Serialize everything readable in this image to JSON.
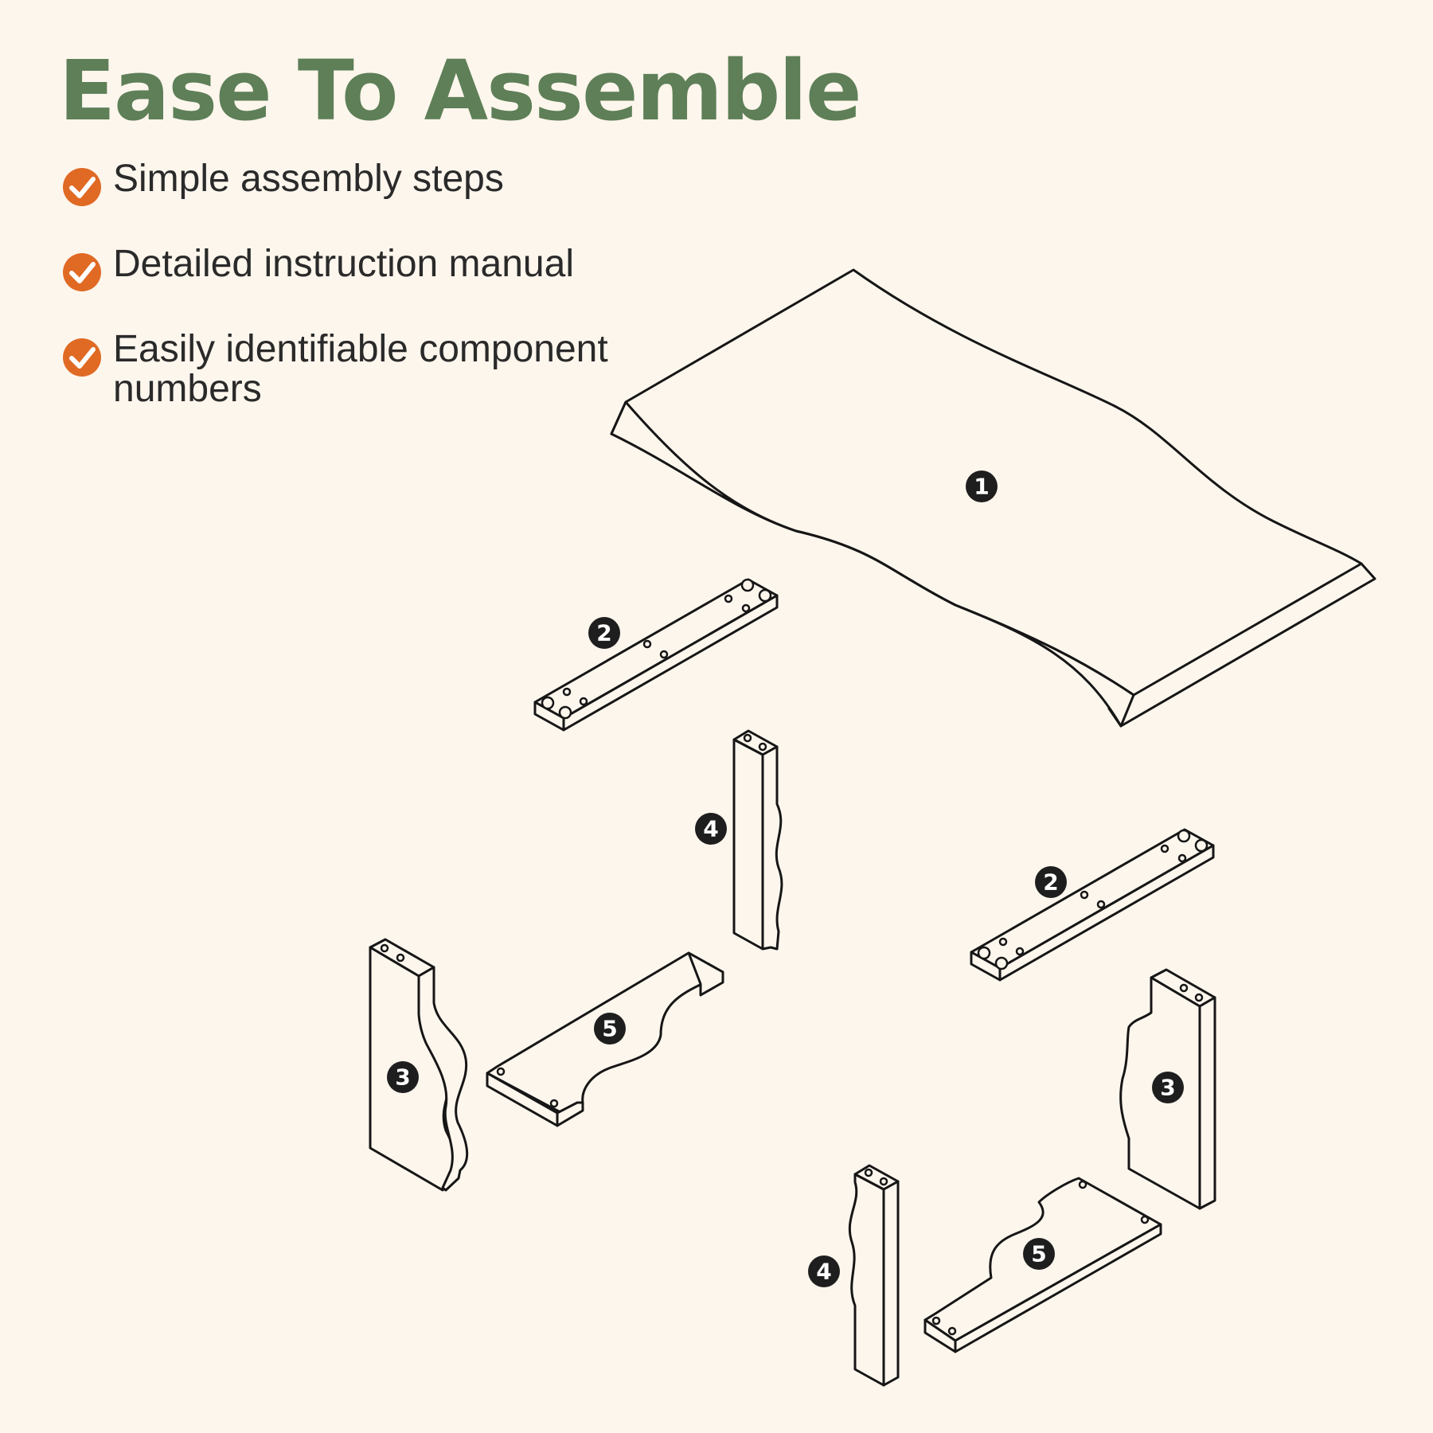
{
  "header": {
    "title": "Ease To Assemble"
  },
  "features": [
    {
      "icon": "check-badge-icon",
      "text": "Simple assembly steps"
    },
    {
      "icon": "check-badge-icon",
      "text": "Detailed instruction manual"
    },
    {
      "icon": "check-badge-icon",
      "text": "Easily identifiable component numbers"
    }
  ],
  "diagram": {
    "parts": [
      {
        "label": "1"
      },
      {
        "label": "2"
      },
      {
        "label": "2"
      },
      {
        "label": "3"
      },
      {
        "label": "3"
      },
      {
        "label": "4"
      },
      {
        "label": "4"
      },
      {
        "label": "5"
      },
      {
        "label": "5"
      }
    ]
  },
  "colors": {
    "background": "#fdf6ed",
    "title": "#5e7f57",
    "check": "#e06a24",
    "text": "#2a2a2a",
    "line": "#161616"
  }
}
